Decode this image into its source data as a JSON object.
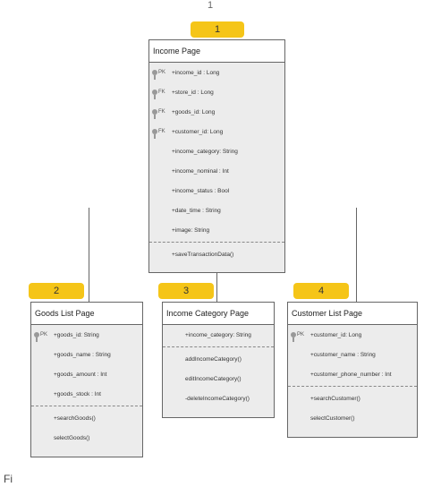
{
  "caption": "1",
  "figure_label": "Fi",
  "boxes": [
    {
      "badge": "1",
      "title": "Income Page",
      "attrs": [
        {
          "pk": "PK",
          "text": "+income_id : Long"
        },
        {
          "pk": "FK",
          "text": "+store_id : Long"
        },
        {
          "pk": "FK",
          "text": "+goods_id: Long"
        },
        {
          "pk": "FK",
          "text": "+customer_id: Long"
        },
        {
          "pk": "",
          "text": "+income_category: String"
        },
        {
          "pk": "",
          "text": "+income_nominal : Int"
        },
        {
          "pk": "",
          "text": "+income_status : Bool"
        },
        {
          "pk": "",
          "text": "+date_time : String"
        },
        {
          "pk": "",
          "text": "+image: String"
        }
      ],
      "methods": [
        "+saveTransactionData()"
      ]
    },
    {
      "badge": "2",
      "title": "Goods List Page",
      "attrs": [
        {
          "pk": "PK",
          "text": "+goods_id: String"
        },
        {
          "pk": "",
          "text": "+goods_name : String"
        },
        {
          "pk": "",
          "text": "+goods_amount : Int"
        },
        {
          "pk": "",
          "text": "+goods_stock : Int"
        }
      ],
      "methods": [
        "+searchGoods()",
        "selectGoods()"
      ]
    },
    {
      "badge": "3",
      "title": "Income Category Page",
      "attrs": [
        {
          "pk": "",
          "text": "+income_category: String"
        }
      ],
      "methods": [
        "addIncomeCategory()",
        "editIncomeCategory()",
        "-deleteIncomeCategory()"
      ]
    },
    {
      "badge": "4",
      "title": "Customer List Page",
      "attrs": [
        {
          "pk": "PK",
          "text": "+customer_id: Long"
        },
        {
          "pk": "",
          "text": "+customer_name : String"
        },
        {
          "pk": "",
          "text": "+customer_phone_number : Int"
        }
      ],
      "methods": [
        "+searchCustomer()",
        "selectCustomer()"
      ]
    }
  ]
}
